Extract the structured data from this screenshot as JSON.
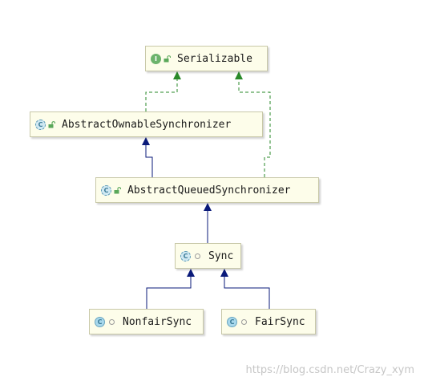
{
  "diagram": {
    "nodes": [
      {
        "id": "serializable",
        "label": "Serializable",
        "kind": "interface",
        "badge": "I",
        "visibility": "public"
      },
      {
        "id": "aos",
        "label": "AbstractOwnableSynchronizer",
        "kind": "abstract-class",
        "badge": "C",
        "visibility": "public"
      },
      {
        "id": "aqs",
        "label": "AbstractQueuedSynchronizer",
        "kind": "abstract-class",
        "badge": "C",
        "visibility": "public"
      },
      {
        "id": "sync",
        "label": "Sync",
        "kind": "abstract-class",
        "badge": "C",
        "visibility": "package-private"
      },
      {
        "id": "nonfair",
        "label": "NonfairSync",
        "kind": "class",
        "badge": "C",
        "visibility": "package-private"
      },
      {
        "id": "fair",
        "label": "FairSync",
        "kind": "class",
        "badge": "C",
        "visibility": "package-private"
      }
    ],
    "edges": [
      {
        "from": "aos",
        "to": "serializable",
        "type": "implements"
      },
      {
        "from": "aqs",
        "to": "serializable",
        "type": "implements"
      },
      {
        "from": "aqs",
        "to": "aos",
        "type": "extends"
      },
      {
        "from": "sync",
        "to": "aqs",
        "type": "extends"
      },
      {
        "from": "nonfair",
        "to": "sync",
        "type": "extends"
      },
      {
        "from": "fair",
        "to": "sync",
        "type": "extends"
      }
    ],
    "colors": {
      "extends": "#0a1a7a",
      "implements": "#2a8a2a",
      "node_fill": "#fdfdea",
      "node_border": "#c8c8a8"
    }
  },
  "watermark": "https://blog.csdn.net/Crazy_xym"
}
